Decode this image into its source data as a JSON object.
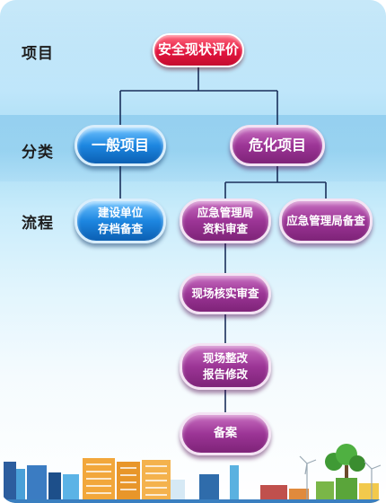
{
  "row_labels": {
    "project": "项目",
    "category": "分类",
    "process": "流程"
  },
  "nodes": {
    "root": "安全现状评价",
    "general": "一般项目",
    "hazard": "危化项目",
    "general_steps": [
      "建设单位\n存档备查"
    ],
    "hazard_steps": [
      "应急管理局\n资料审查",
      "现场核实审查",
      "现场整改\n报告修改",
      "备案"
    ],
    "hazard_side": "应急管理局备查"
  },
  "colors": {
    "root": "#e3163f",
    "general": "#1d86e0",
    "hazard": "#9c3596",
    "connector": "#1a2f5a"
  }
}
